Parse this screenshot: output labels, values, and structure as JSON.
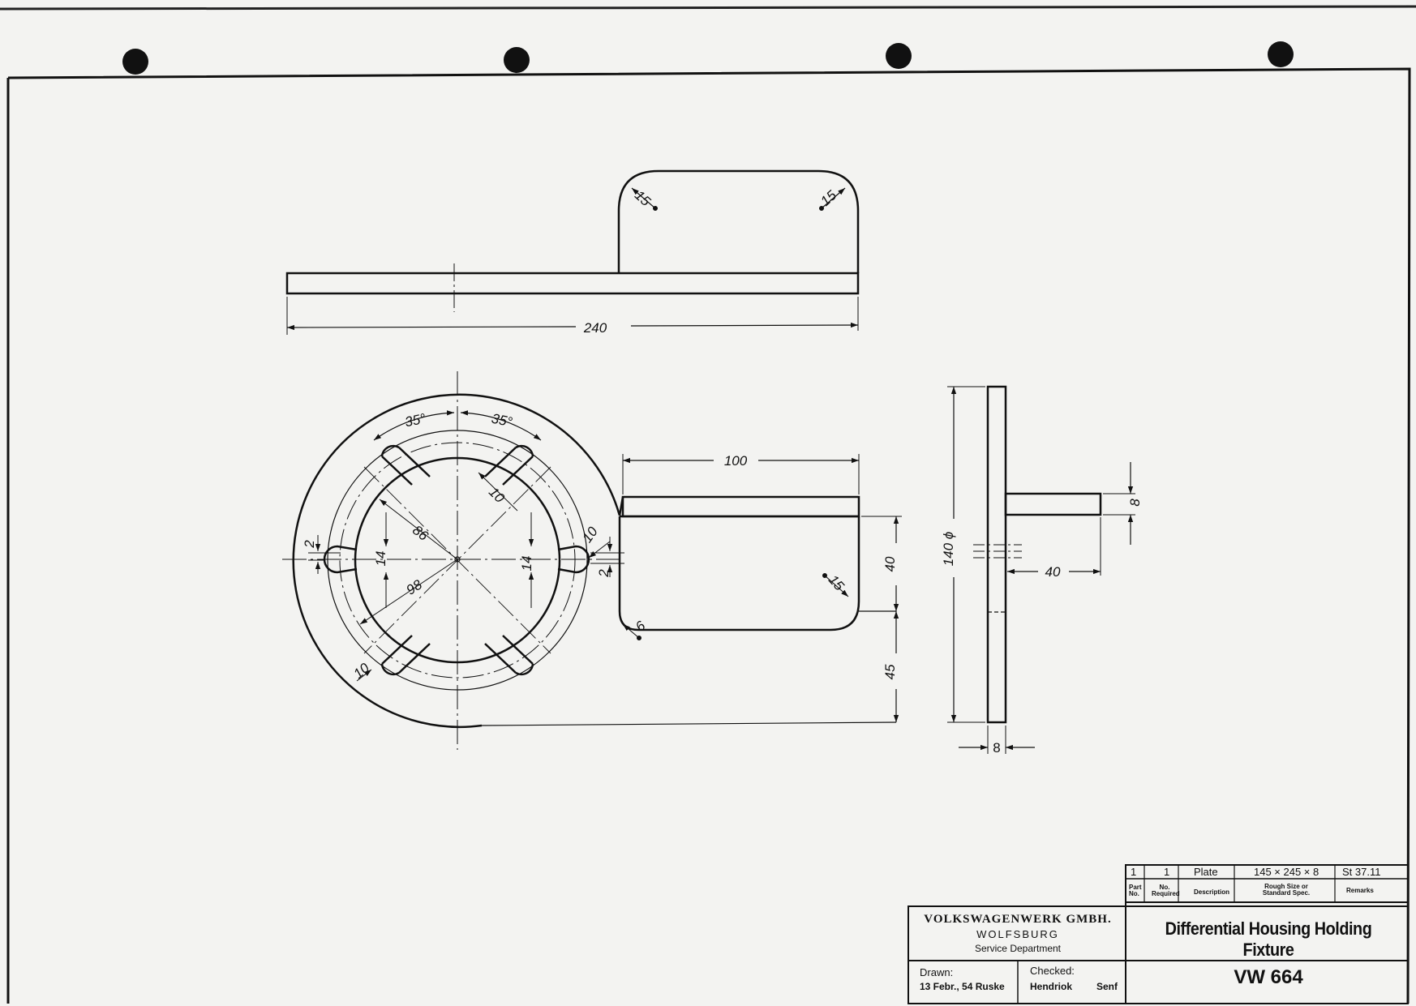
{
  "dimensions": {
    "top_length": "240",
    "top_r_left": "15",
    "top_r_right": "15",
    "arm_length": "100",
    "arm_radius": "15",
    "neck_radius": "6",
    "angle_left": "35°",
    "angle_right": "35°",
    "slot_width_ul": "10",
    "slot_width_right": "10",
    "slot_width_ll": "10",
    "dia_86": "86",
    "dia_98": "98",
    "slot_depth_left": "2",
    "slot_depth_right": "2",
    "slot_height_left": "14",
    "slot_height_right": "14",
    "height_40": "40",
    "height_45": "45",
    "side_diameter": "140 ϕ",
    "side_boss_thickness": "8",
    "side_boss_length": "40",
    "side_plate_thickness": "8"
  },
  "parts_list": {
    "part_no": "1",
    "qty": "1",
    "description": "Plate",
    "rough_size": "145 × 245 × 8",
    "remarks": "St 37.11",
    "headers": {
      "part_no_1": "Part",
      "part_no_2": "No.",
      "qty_1": "No.",
      "qty_2": "Required",
      "description": "Description",
      "rough_size_1": "Rough Size or",
      "rough_size_2": "Standard Spec.",
      "remarks": "Remarks"
    }
  },
  "title_block": {
    "company": "VOLKSWAGENWERK GMBH.",
    "city": "WOLFSBURG",
    "department": "Service Department",
    "title": "Differential Housing Holding Fixture",
    "drawn_label": "Drawn:",
    "drawn_value": "13 Febr., 54 Ruske",
    "checked_label": "Checked:",
    "checked_name": "Hendriok",
    "checked_by": "Senf",
    "drawing_no": "VW 664"
  }
}
